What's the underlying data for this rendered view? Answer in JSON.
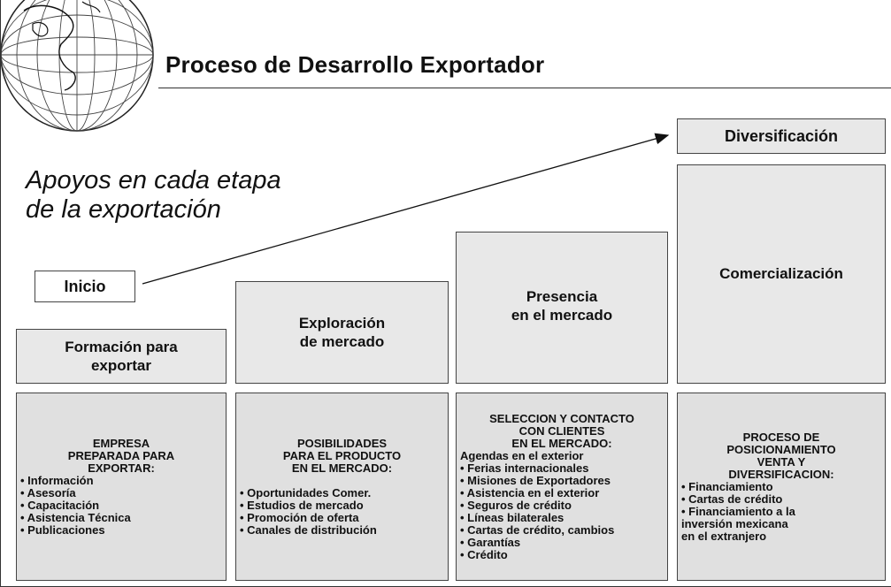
{
  "header": {
    "title": "Proceso de Desarrollo Exportador",
    "subtitle": "Apoyos en cada etapa\nde la exportación"
  },
  "labels": {
    "start": "Inicio",
    "end": "Diversificación"
  },
  "stages": [
    {
      "name": "Formación para\nexportar"
    },
    {
      "name": "Exploración\nde mercado"
    },
    {
      "name": "Presencia\nen el mercado"
    },
    {
      "name": "Comercialización"
    }
  ],
  "details": [
    {
      "heading": "EMPRESA\nPREPARADA PARA\nEXPORTAR:",
      "items": [
        "• Información",
        "• Asesoría",
        "• Capacitación",
        "• Asistencia Técnica",
        "• Publicaciones"
      ]
    },
    {
      "heading": "POSIBILIDADES\nPARA EL PRODUCTO\nEN EL MERCADO:",
      "items": [
        "• Oportunidades Comer.",
        "• Estudios de mercado",
        "• Promoción de oferta",
        "• Canales de distribución"
      ]
    },
    {
      "heading": "SELECCION Y CONTACTO\nCON CLIENTES\nEN EL MERCADO:",
      "subheading": "Agendas en el exterior",
      "items": [
        "• Ferias internacionales",
        "• Misiones de Exportadores",
        "• Asistencia en el exterior",
        "• Seguros de crédito",
        "• Líneas bilaterales",
        "• Cartas de crédito, cambios",
        "• Garantías",
        "• Crédito"
      ]
    },
    {
      "heading": "PROCESO DE\nPOSICIONAMIENTO\nVENTA Y\nDIVERSIFICACION:",
      "items": [
        "• Financiamiento",
        "• Cartas de crédito",
        "• Financiamiento a la\n  inversión mexicana\n  en el extranjero"
      ]
    }
  ]
}
